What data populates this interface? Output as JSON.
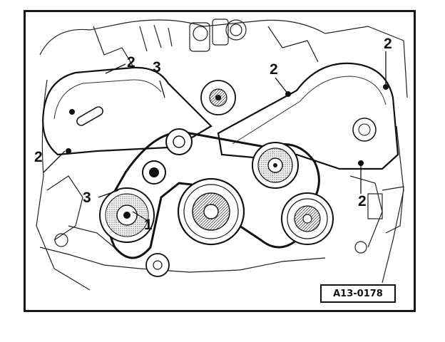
{
  "diagram": {
    "reference_code": "A13-0178",
    "callouts": [
      {
        "id": "c1",
        "label": "2"
      },
      {
        "id": "c2",
        "label": "3"
      },
      {
        "id": "c3",
        "label": "2"
      },
      {
        "id": "c4",
        "label": "2"
      },
      {
        "id": "c5",
        "label": "2"
      },
      {
        "id": "c6",
        "label": "3"
      },
      {
        "id": "c7",
        "label": "1"
      },
      {
        "id": "c8",
        "label": "2"
      }
    ],
    "colors": {
      "ink": "#1a1a1a",
      "paper": "#ffffff",
      "shade": "#b8b8b8"
    }
  }
}
